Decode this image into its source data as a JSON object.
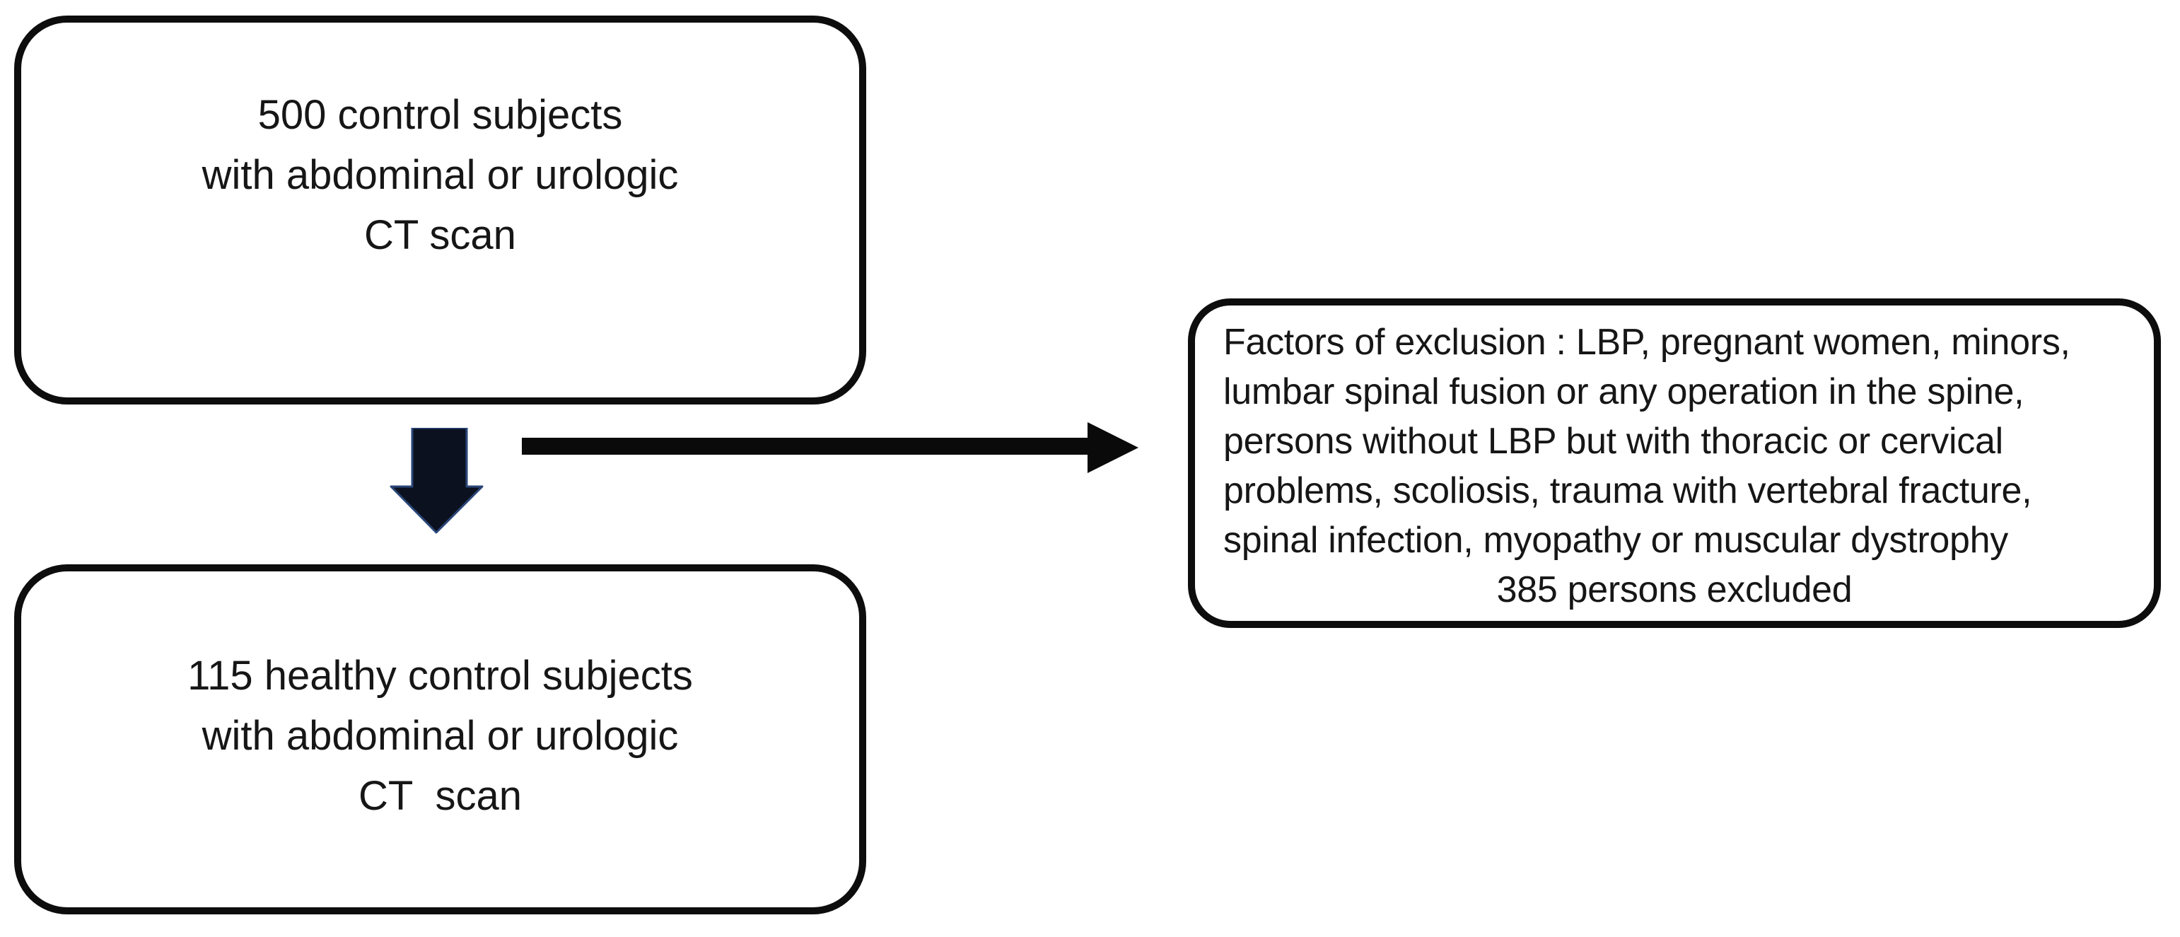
{
  "colors": {
    "background": "#ffffff",
    "box_border": "#0d0d0d",
    "text": "#161616",
    "arrow_black": "#0a0a0a",
    "down_arrow_fill": "#0c111f",
    "down_arrow_edge": "#2a4678"
  },
  "boxes": {
    "control_500": {
      "text": "500 control subjects\nwith abdominal or urologic\nCT scan"
    },
    "healthy_115": {
      "text": "115 healthy control subjects\nwith abdominal or urologic\nCT  scan"
    },
    "exclusion": {
      "body": "Factors of exclusion : LBP, pregnant women, minors,\nlumbar spinal fusion or any operation in the spine,\npersons without LBP but with thoracic or cervical\nproblems, scoliosis, trauma with vertebral fracture,\nspinal infection, myopathy or muscular dystrophy",
      "footer": "385 persons excluded"
    }
  },
  "icons": {
    "down_arrow": "down-arrow-icon",
    "right_arrow": "right-arrow-icon"
  }
}
